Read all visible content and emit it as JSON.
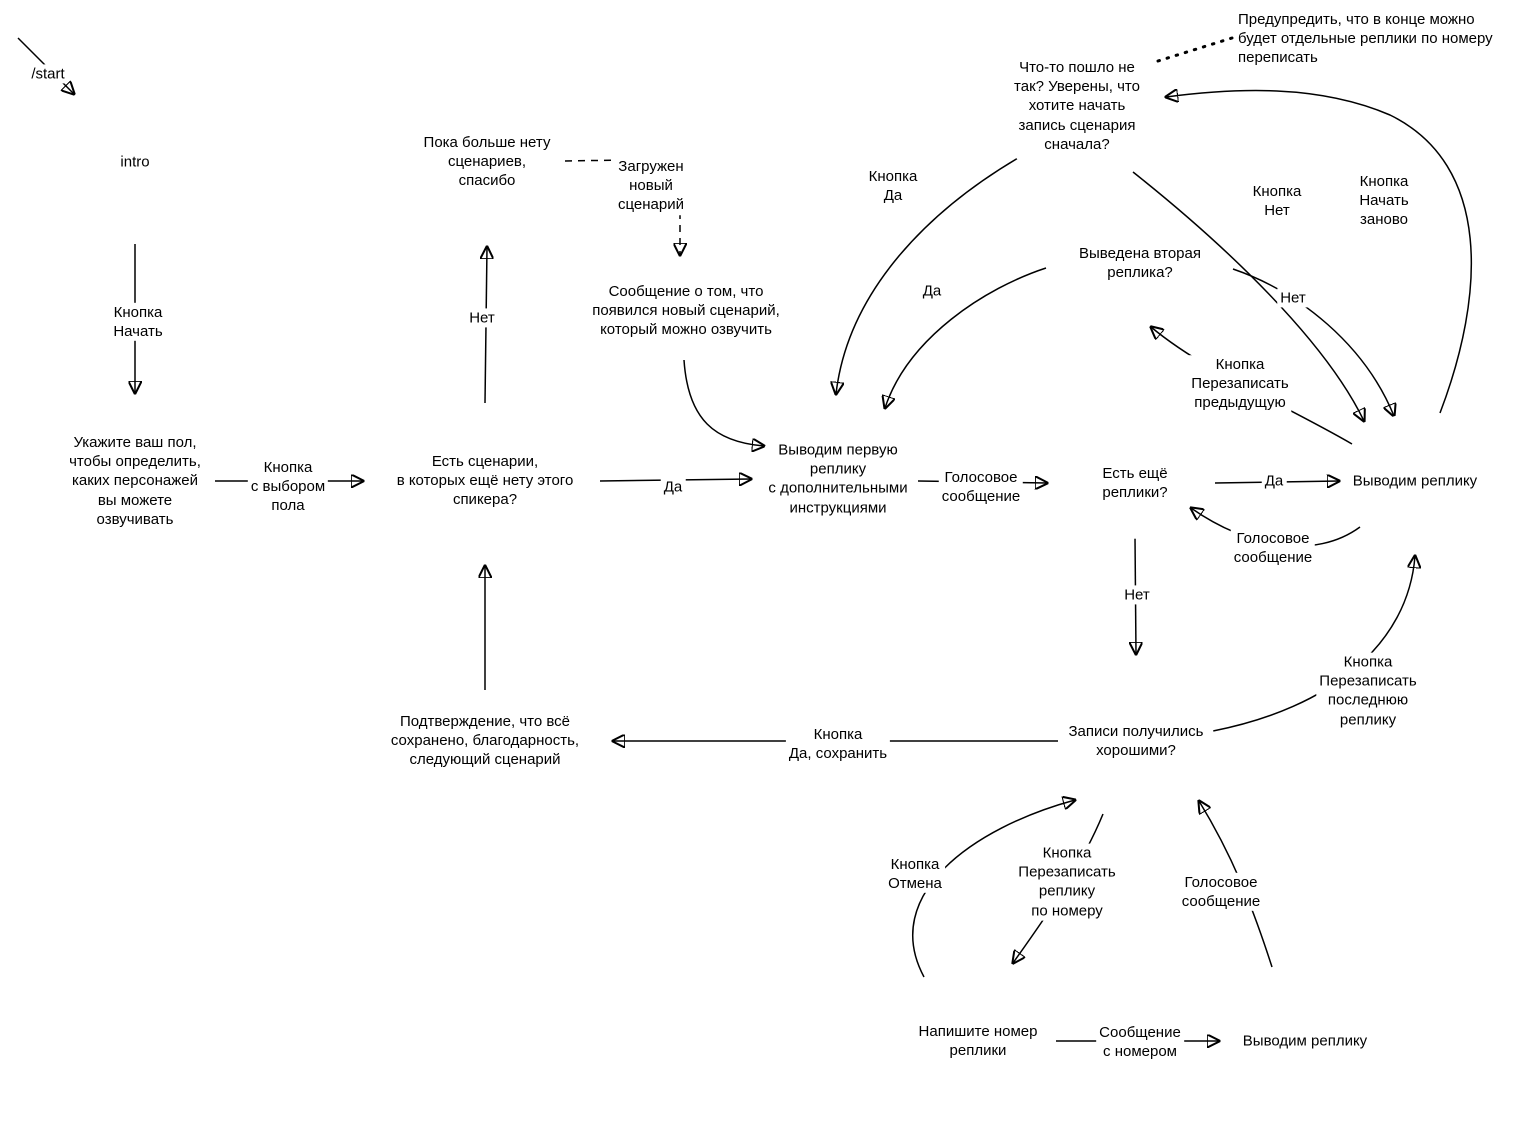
{
  "diagram": {
    "nodes": {
      "intro": "intro",
      "gender": "Укажите ваш пол,\nчтобы определить,\nкаких персонажей\nвы можете\nозвучивать",
      "no_scenarios": "Пока больше нету\nсценариев,\nспасибо",
      "restart_confirm": "Что-то пошло не\nтак? Уверены, что\nхотите начать\nзапись сценария\nсначала?",
      "first_line": "Выводим первую\nреплику\nс дополнительными\nинструкциями",
      "output_line": "Выводим реплику",
      "records_good": "Записи получились\nхорошими?",
      "write_number": "Напишите номер\nреплики",
      "output_line_bottom": "Выводим реплику",
      "has_scenarios": "Есть сценарии,\nв которых ещё нету этого\nспикера?",
      "second_line_shown": "Выведена вторая\nреплика?",
      "more_lines": "Есть ещё\nреплики?",
      "new_scenario_msg": "Сообщение о том, что\nпоявился новый сценарий,\nкоторый можно озвучить",
      "saved_confirm": "Подтверждение, что всё\nсохранено, благодарность,\nследующий сценарий"
    },
    "edges": {
      "start": "/start",
      "btn_start": "Кнопка\nНачать",
      "btn_gender_choice": "Кнопка\nс выбором\nпола",
      "has_scenarios_no": "Нет",
      "has_scenarios_yes": "Да",
      "scenario_loaded": "Загружен\nновый\nсценарий",
      "btn_yes": "Кнопка\nДа",
      "second_line_yes": "Да",
      "second_line_no": "Нет",
      "btn_no": "Кнопка\nНет",
      "btn_restart": "Кнопка\nНачать\nзаново",
      "note": "Предупредить, что в конце можно\nбудет отдельные реплики по номеру\nпереписать",
      "btn_rerecord_prev": "Кнопка\nПерезаписать\nпредыдущую",
      "voice1": "Голосовое\nсообщение",
      "more_lines_yes": "Да",
      "voice2": "Голосовое\nсообщение",
      "more_lines_no": "Нет",
      "btn_rerecord_last": "Кнопка\nПерезаписать\nпоследнюю\nреплику",
      "btn_save": "Кнопка\nДа, сохранить",
      "btn_cancel": "Кнопка\nОтмена",
      "btn_rerecord_by_number": "Кнопка\nПерезаписать\nреплику\nпо номеру",
      "voice3": "Голосовое\nсообщение",
      "msg_number": "Сообщение\nс номером"
    }
  }
}
